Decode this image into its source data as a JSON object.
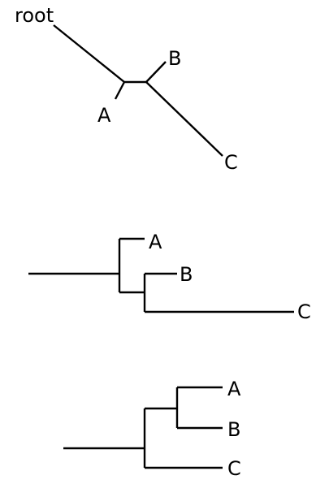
{
  "colors": {
    "background": "#ffffff",
    "line": "#000000",
    "text": "#000000"
  },
  "unrooted_tree": {
    "root_label": "root",
    "leaves": [
      "A",
      "B",
      "C"
    ]
  },
  "rooted_tree_1": {
    "leaves": [
      "A",
      "B",
      "C"
    ]
  },
  "rooted_tree_2": {
    "leaves": [
      "A",
      "B",
      "C"
    ]
  }
}
